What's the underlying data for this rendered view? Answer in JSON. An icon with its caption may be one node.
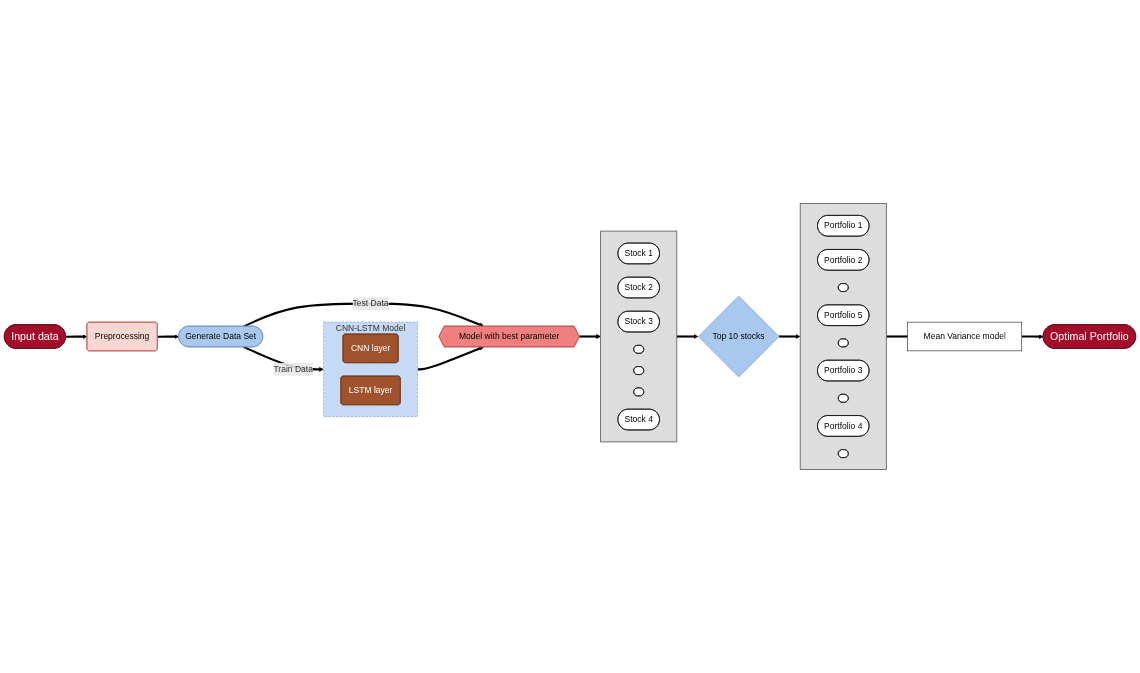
{
  "diagram": {
    "nodes": [
      {
        "text": [
          "Input data"
        ]
      },
      {
        "text": [
          "Preprocessing"
        ]
      },
      {
        "text": [
          "Generate Data Set"
        ]
      },
      {
        "text": [
          "Model with best parameter"
        ]
      },
      {
        "text": [
          "CNN-LSTM Model"
        ]
      },
      {
        "text": [
          "CNN layer"
        ],
        "in": 4
      },
      {
        "text": [
          "LSTM layer"
        ],
        "in": 4
      },
      {
        "text": [],
        "shape": "box"
      },
      {
        "text": [
          "Stock 1"
        ],
        "in": 7
      },
      {
        "text": [
          "Stock 2"
        ],
        "in": 7
      },
      {
        "text": [
          "Stock 3"
        ],
        "in": 7
      },
      {
        "text": [],
        "shape": "ellipse",
        "in": 7
      },
      {
        "text": [],
        "shape": "ellipse",
        "in": 7
      },
      {
        "text": [],
        "shape": "ellipse",
        "in": 7
      },
      {
        "text": [
          "Stock 4"
        ],
        "in": 7
      },
      {
        "text": [
          "Top 10 stocks"
        ]
      },
      {
        "text": [],
        "shape": "box"
      },
      {
        "text": [
          "Portfolio 1"
        ],
        "in": 16
      },
      {
        "text": [
          "Portfolio 2"
        ],
        "in": 16
      },
      {
        "text": [],
        "shape": "ellipse",
        "in": 16
      },
      {
        "text": [
          "Portfolio 5"
        ],
        "in": 16
      },
      {
        "text": [],
        "shape": "ellipse",
        "in": 16
      },
      {
        "text": [
          "Portfolio 3"
        ],
        "in": 16
      },
      {
        "text": [],
        "shape": "ellipse",
        "in": 16
      },
      {
        "text": [
          "Portfolio 4"
        ],
        "in": 16
      },
      {
        "text": [],
        "shape": "ellipse",
        "in": 16
      },
      {
        "text": [
          "Mean Variance model"
        ]
      },
      {
        "text": [
          "Optimal Portfolio"
        ]
      }
    ],
    "edges": [
      {
        "from": 0,
        "to": 1,
        "arrow": "to"
      },
      {
        "from": 1,
        "to": 2,
        "arrow": "to"
      },
      {
        "from": 2,
        "to": 3,
        "arrow": "to",
        "label": "Test Data"
      },
      {
        "from": 2,
        "to": 4,
        "arrow": "to",
        "label": "Train Data"
      },
      {
        "from": 4,
        "to": 3,
        "arrow": "to"
      },
      {
        "from": 3,
        "to": 7,
        "arrow": "to"
      },
      {
        "from": 7,
        "to": 15,
        "arrow": "to"
      },
      {
        "from": 15,
        "to": 16,
        "arrow": "to"
      },
      {
        "from": 16,
        "to": 26,
        "arrow": "none"
      },
      {
        "from": 26,
        "to": 27,
        "arrow": "to"
      }
    ]
  }
}
